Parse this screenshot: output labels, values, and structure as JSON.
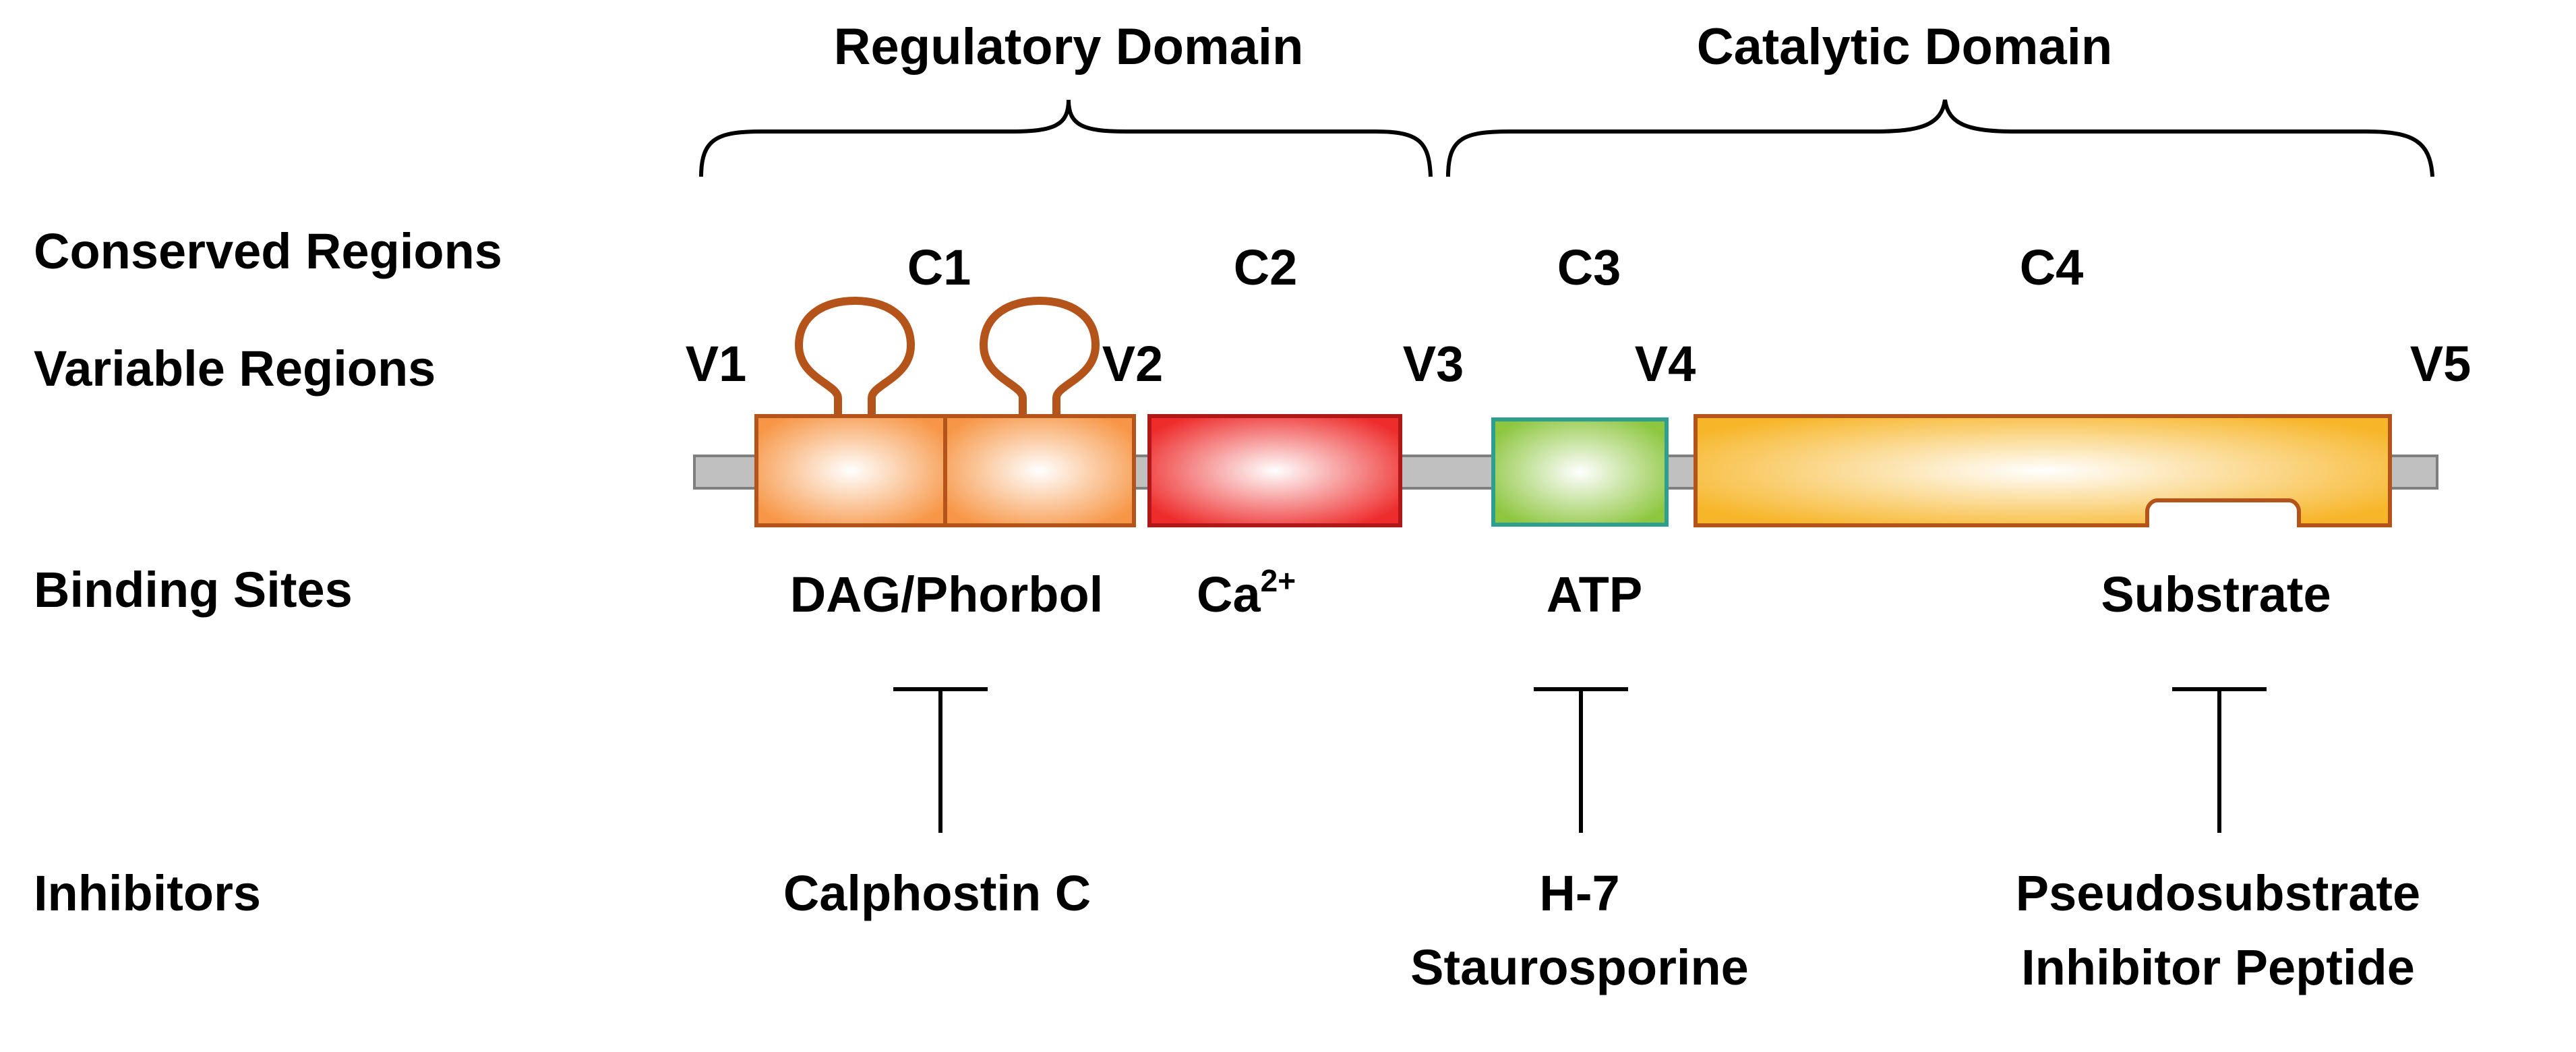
{
  "domains": {
    "regulatory": "Regulatory Domain",
    "catalytic": "Catalytic Domain"
  },
  "row_labels": {
    "conserved": "Conserved Regions",
    "variable": "Variable Regions",
    "binding": "Binding Sites",
    "inhibitors": "Inhibitors"
  },
  "conserved_regions": [
    "C1",
    "C2",
    "C3",
    "C4"
  ],
  "variable_regions": [
    "V1",
    "V2",
    "V3",
    "V4",
    "V5"
  ],
  "binding_sites": {
    "dag": "DAG/Phorbol",
    "calcium_base": "Ca",
    "calcium_sup": "2+",
    "atp": "ATP",
    "substrate": "Substrate"
  },
  "inhibitors": {
    "calphostin": "Calphostin C",
    "h7": "H-7",
    "staurosporine": "Staurosporine",
    "pseudo_line1": "Pseudosubstrate",
    "pseudo_line2": "Inhibitor Peptide"
  },
  "colors": {
    "c1": "#f79646",
    "c2": "#ee2c2c",
    "c3": "#8dc63f",
    "c4": "#f7b62a",
    "backbone": "#c0c0c0",
    "loop": "#b5541a"
  }
}
